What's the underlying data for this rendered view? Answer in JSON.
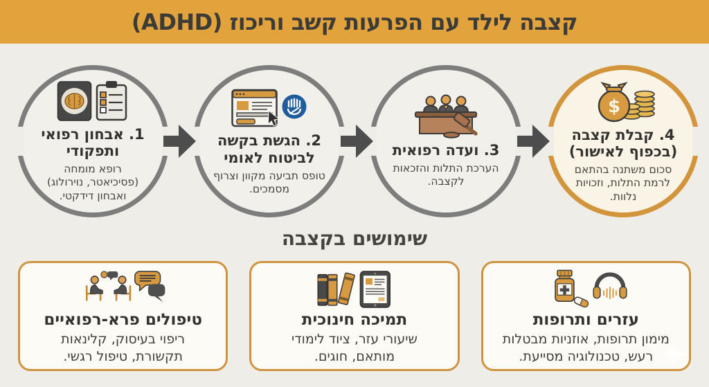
{
  "header": {
    "title": "קצבה לילד עם הפרעות קשב וריכוז (ADHD)"
  },
  "steps": [
    {
      "title": "1. אבחון רפואי ותפקודי",
      "desc": "רופא מומחה (פסיכיאטר, נוירולוג) ואבחון דידקטי.",
      "icon": "brain-scan-and-clipboard"
    },
    {
      "title": "2. הגשת בקשה לביטוח לאומי",
      "desc": "טופס תביעה מקוון וצרוף מסמכים.",
      "icon": "online-form-and-national-insurance-logo"
    },
    {
      "title": "3. ועדה רפואית",
      "desc": "הערכת התלות והזכאות לקצבה.",
      "icon": "medical-committee-and-gavel"
    },
    {
      "title": "4. קבלת קצבה (בכפוף לאישור)",
      "desc": "סכום משתנה בהתאם לרמת התלות, וזכויות נלוות.",
      "icon": "money-bag-and-coins",
      "bag_symbol": "$"
    }
  ],
  "uses": {
    "heading": "שימושים בקצבה",
    "cards": [
      {
        "title": "טיפולים פרא-רפואיים",
        "desc": "ריפוי בעיסוק, קלינאות תקשורת, טיפול רגשי.",
        "icon": "therapy-conversation"
      },
      {
        "title": "תמיכה חינוכית",
        "desc": "שיעורי עזר, ציוד לימודי מותאם, חוגים.",
        "icon": "books-and-tablet"
      },
      {
        "title": "עזרים ותרופות",
        "desc": "מימון תרופות, אוזניות מבטלות רעש, טכנולוגיה מסייעת.",
        "icon": "medicine-and-headphones"
      }
    ]
  },
  "colors": {
    "header_bg": "#e2a33c",
    "page_bg": "#efede7",
    "accent_orange": "#d79a41",
    "circle_border_gray": "#7d7d7d",
    "final_circle_border": "#d2953c",
    "arrow": "#4d4d4d",
    "card_border": "#cf9340",
    "national_insurance_blue": "#1e5c9c",
    "text_dark": "#333230"
  }
}
